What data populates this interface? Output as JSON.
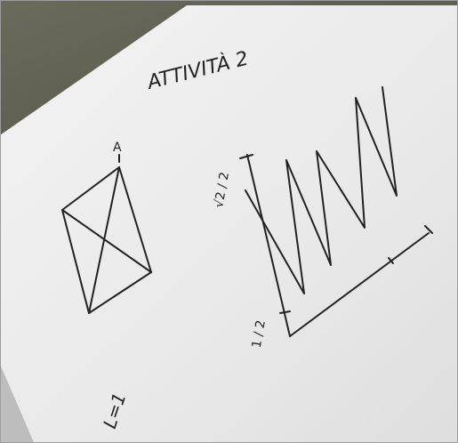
{
  "photo": {
    "heading": "ATTIVITÀ 2",
    "label_vertex": "A",
    "label_graph_top": "√2 / 2",
    "label_graph_bottom": "1 / 2",
    "label_side": "L=1",
    "colors": {
      "paper": "#ececec",
      "paper_shadow": "#d9d9d9",
      "ink": "#222222",
      "background": "#5f5f52"
    }
  }
}
